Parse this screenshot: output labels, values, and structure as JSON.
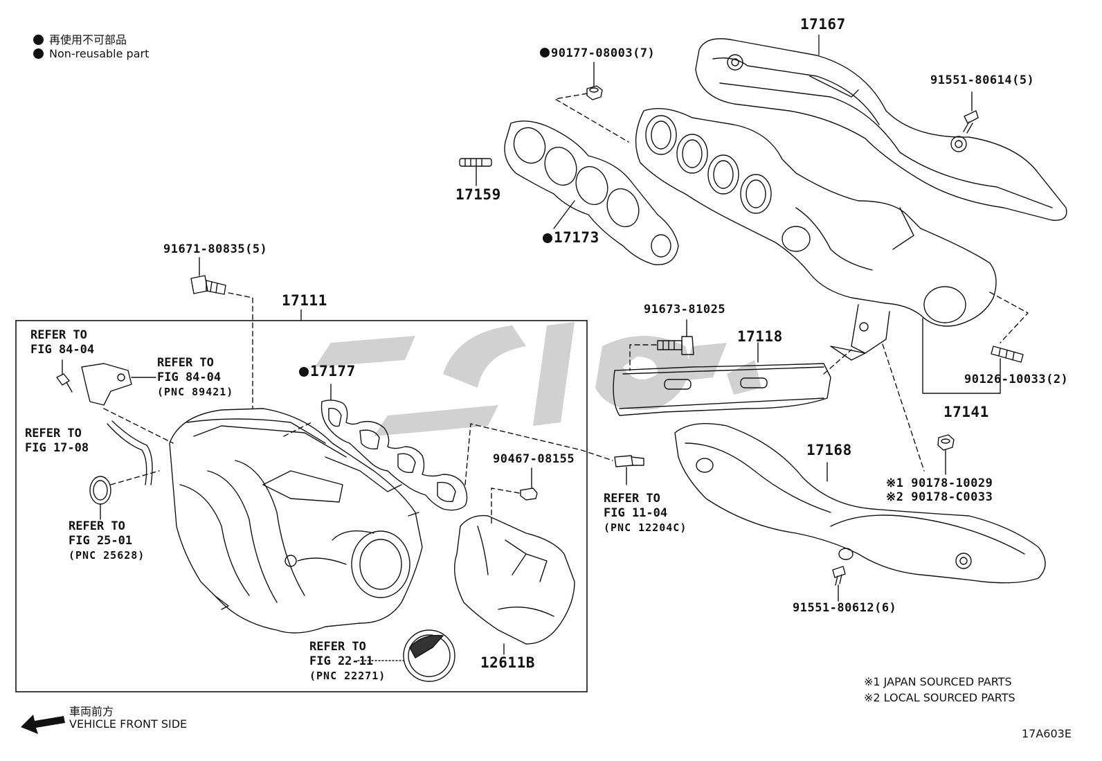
{
  "legend": {
    "ja": "再使用不可部品",
    "en": "Non-reusable part"
  },
  "footer": {
    "ja": "車両前方",
    "en": "VEHICLE FRONT SIDE",
    "code": "17A603E"
  },
  "notes": {
    "n1": "※1 JAPAN SOURCED PARTS",
    "n2": "※2 LOCAL SOURCED PARTS"
  },
  "parts": {
    "p17167": "17167",
    "p91551_80614": "91551-80614(5)",
    "p90177": "90177-08003(7)",
    "p17159": "17159",
    "p17173": "17173",
    "p91671": "91671-80835(5)",
    "p17111": "17111",
    "p17177": "17177",
    "p91673": "91673-81025",
    "p17118": "17118",
    "p90126": "90126-10033(2)",
    "p17141": "17141",
    "p17168": "17168",
    "p90178a": "※1 90178-10029",
    "p90178b": "※2 90178-C0033",
    "p90467": "90467-08155",
    "p12611b": "12611B",
    "p91551_80612": "91551-80612(6)"
  },
  "refs": {
    "r1": {
      "line1": "REFER TO",
      "line2": "FIG 84-04",
      "pnc": ""
    },
    "r2": {
      "line1": "REFER TO",
      "line2": "FIG 84-04",
      "pnc": "(PNC 89421)"
    },
    "r3": {
      "line1": "REFER TO",
      "line2": "FIG 17-08",
      "pnc": ""
    },
    "r4": {
      "line1": "REFER TO",
      "line2": "FIG 25-01",
      "pnc": "(PNC 25628)"
    },
    "r5": {
      "line1": "REFER TO",
      "line2": "FIG 11-04",
      "pnc": "(PNC 12204C)"
    },
    "r6": {
      "line1": "REFER TO",
      "line2": "FIG 22-11",
      "pnc": "(PNC 22271)"
    }
  },
  "colors": {
    "line": "#111111",
    "watermark": "#c8c8c8"
  }
}
